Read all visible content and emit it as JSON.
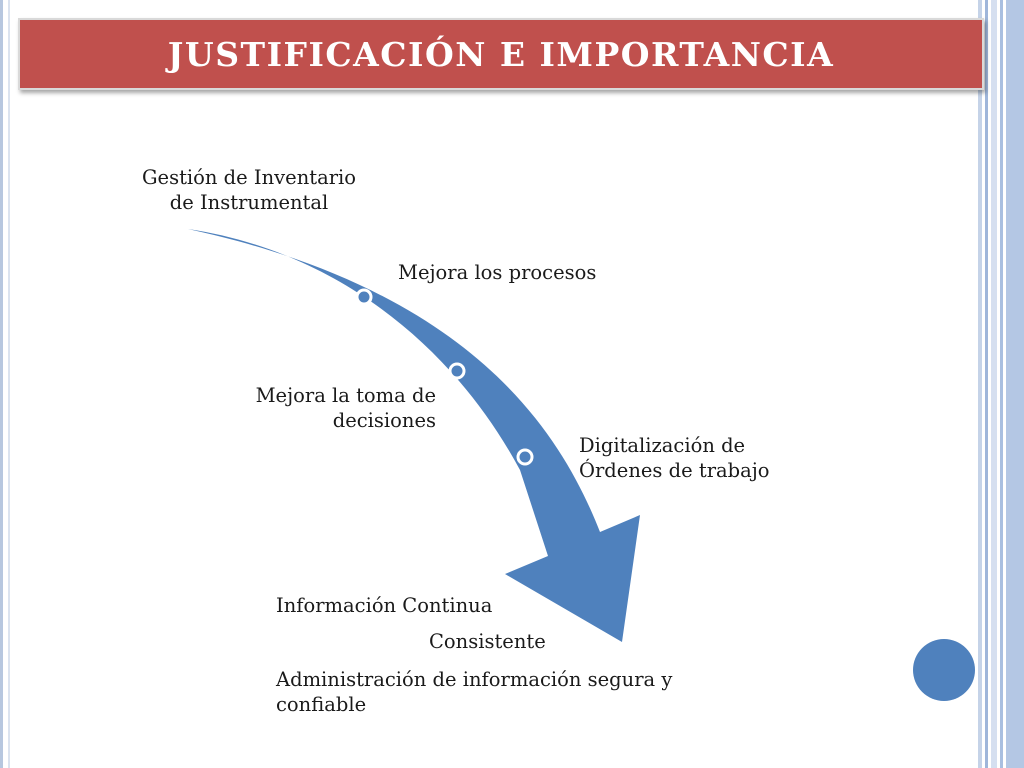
{
  "slide": {
    "title": "JUSTIFICACIÓN E IMPORTANCIA",
    "colors": {
      "title_bar": "#c0504d",
      "arrow": "#4f81bd",
      "stripe_light": "#b7c7df",
      "stripe_dark": "#8eaad3"
    }
  },
  "diagram": {
    "start_label_line1": "Gestión de Inventario",
    "start_label_line2": "de Instrumental",
    "step1": "Mejora los procesos",
    "step2_line1": "Mejora la toma de",
    "step2_line2": "decisiones",
    "step3_line1": "Digitalización de",
    "step3_line2": "Órdenes de trabajo",
    "result1": "Información Continua",
    "result2": "Consistente",
    "result3_line1": "Administración de información segura y",
    "result3_line2": "confiable"
  }
}
